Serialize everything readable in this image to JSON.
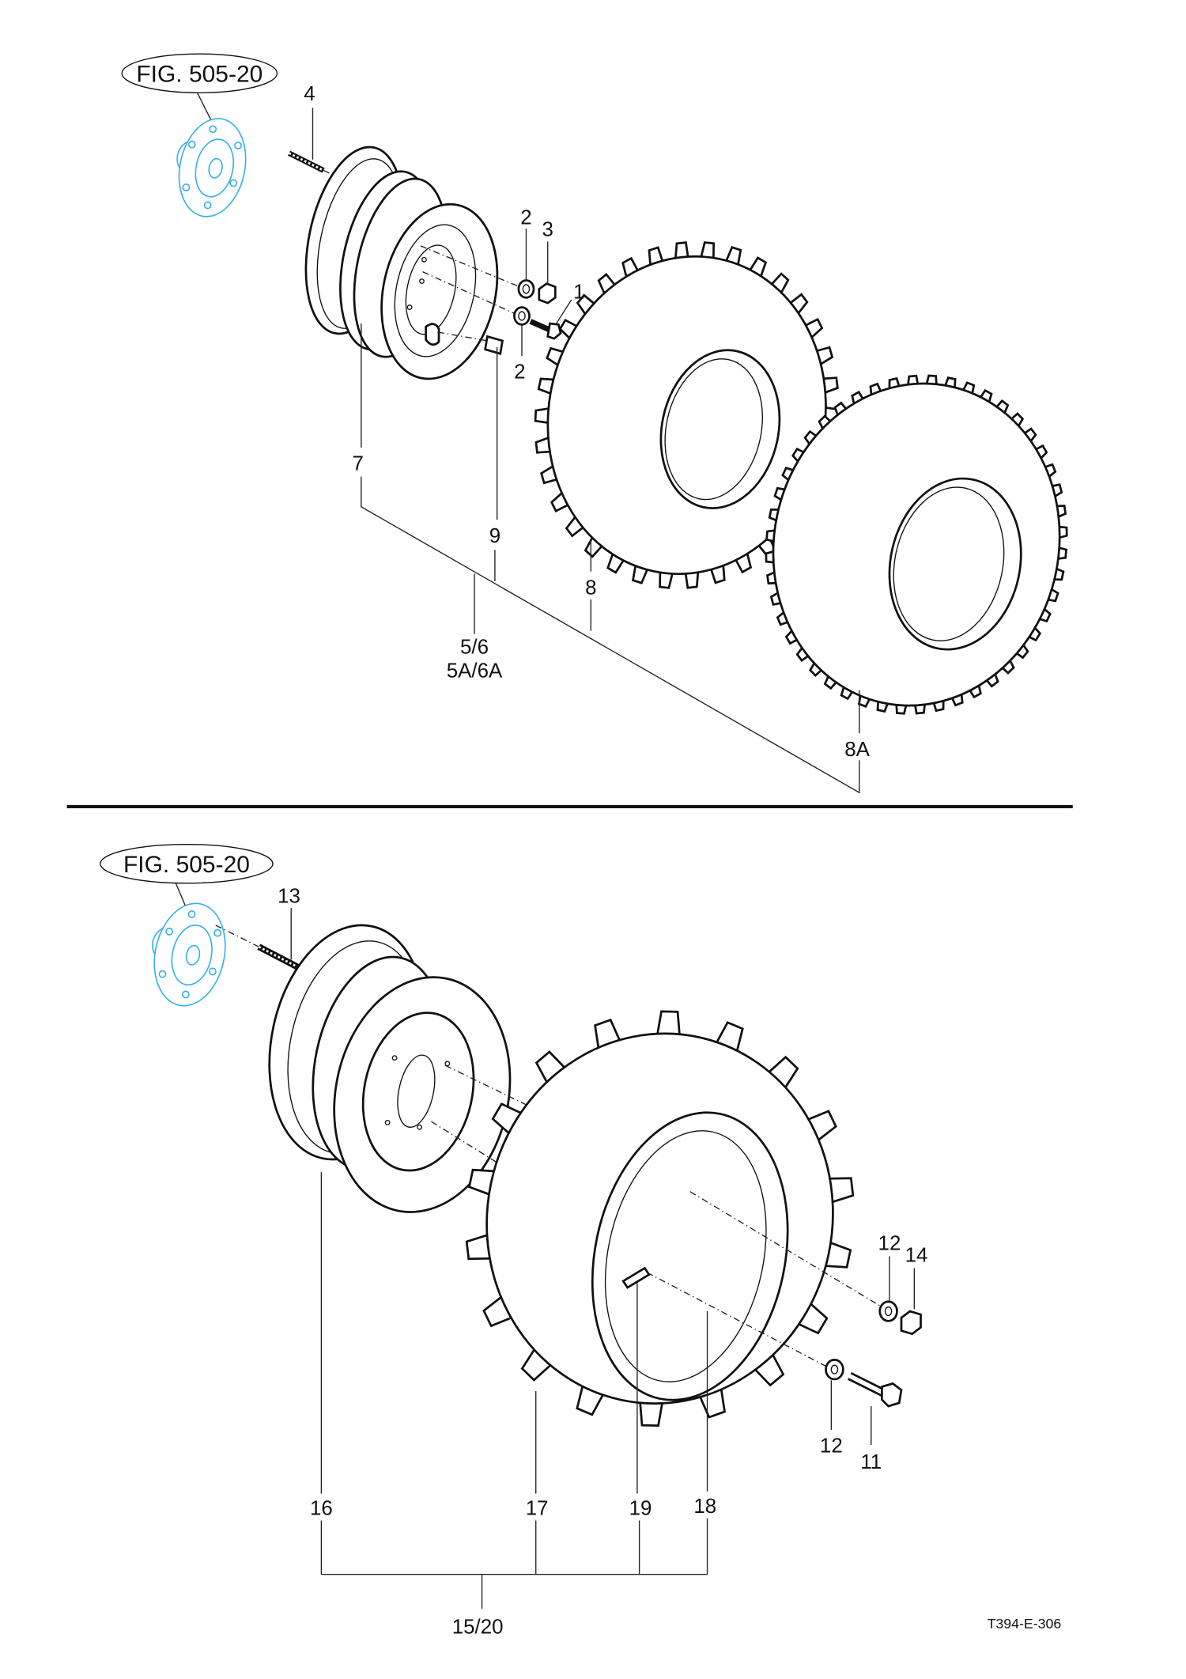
{
  "colors": {
    "hub": "#3ab0e6",
    "line": "#111111"
  },
  "top": {
    "fig_ref": "FIG. 505-20",
    "callouts": {
      "c4": "4",
      "c2a": "2",
      "c3": "3",
      "c1": "1",
      "c2b": "2",
      "c7": "7",
      "c9": "9",
      "c8": "8",
      "c56": "5/6",
      "c56a": "5A/6A",
      "c8a": "8A"
    }
  },
  "bottom": {
    "fig_ref": "FIG. 505-20",
    "callouts": {
      "c13": "13",
      "c12a": "12",
      "c14": "14",
      "c12b": "12",
      "c11": "11",
      "c16": "16",
      "c17": "17",
      "c19": "19",
      "c18": "18",
      "c1520": "15/20"
    }
  },
  "drawing_code": "T394-E-306"
}
